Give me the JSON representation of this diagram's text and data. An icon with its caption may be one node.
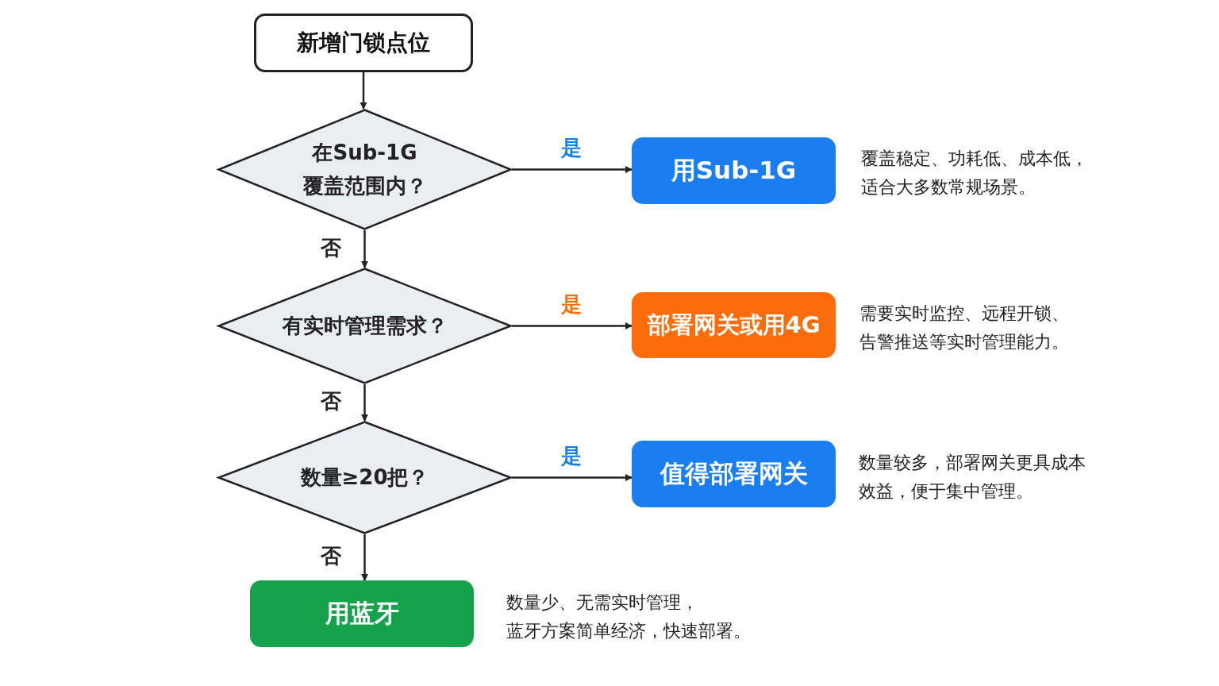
{
  "diagram": {
    "nodes": [
      {
        "text": [
          "新增门锁点位"
        ]
      },
      {
        "text": [
          "在Sub-1G覆盖范围内？"
        ]
      },
      {
        "text": [
          "用Sub-1G"
        ],
        "beside": [
          "覆盖稳定、功耗低、成本低，适合大多数常规场景。"
        ]
      },
      {
        "text": [
          "有实时管理需求？"
        ]
      },
      {
        "text": [
          "部署网关或用4G"
        ],
        "beside": [
          "需要实时监控、远程开锁、告警推送等实时管理能力。"
        ]
      },
      {
        "text": [
          "数量≥20把？"
        ]
      },
      {
        "text": [
          "值得部署网关"
        ],
        "beside": [
          "数量较多，部署网关更具成本效益，便于集中管理。"
        ]
      },
      {
        "text": [
          "用蓝牙"
        ],
        "beside": [
          "数量少、无需实时管理，蓝牙方案简单经济，快速部署。"
        ]
      }
    ],
    "edges": [
      {
        "from": 0,
        "to": 1,
        "arrow": "to"
      },
      {
        "from": 1,
        "to": 2,
        "arrow": "to",
        "label": "是"
      },
      {
        "from": 1,
        "to": 3,
        "arrow": "to",
        "label": "否"
      },
      {
        "from": 3,
        "to": 4,
        "arrow": "to",
        "label": "是"
      },
      {
        "from": 3,
        "to": 5,
        "arrow": "to",
        "label": "否"
      },
      {
        "from": 5,
        "to": 6,
        "arrow": "to",
        "label": "是"
      },
      {
        "from": 5,
        "to": 7,
        "arrow": "to",
        "label": "否"
      }
    ]
  }
}
